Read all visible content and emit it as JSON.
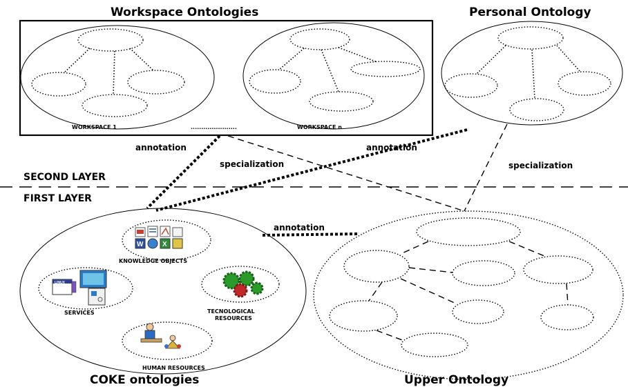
{
  "titles": {
    "workspace_ontologies": "Workspace Ontologies",
    "personal_ontology": "Personal Ontology",
    "coke_ontologies": "COKE ontologies",
    "upper_ontology": "Upper Ontology"
  },
  "workspaces": {
    "first": "WORKSPACE 1",
    "ellipsis": "......................",
    "last": "WORKSPACE n"
  },
  "layers": {
    "second": "SECOND LAYER",
    "first": "FIRST LAYER"
  },
  "relations": {
    "annotation_ws": "annotation",
    "specialization_ws": "specialization",
    "annotation_personal": "annotation",
    "specialization_personal": "specialization",
    "annotation_coke": "annotation"
  },
  "coke_groups": {
    "knowledge_objects": "KNOWLEDGE OBJECTS",
    "services": "SERVICES",
    "tech_resources_line1": "TECNOLOGICAL",
    "tech_resources_line2": "RESOURCES",
    "human_resources": "HUMAN RESOURCES"
  },
  "icons": {
    "office_docs": "office-documents-icon",
    "linux_server": "linux-server-icon",
    "computer": "computer-icon",
    "gears": "gears-icon",
    "people": "people-icon"
  }
}
